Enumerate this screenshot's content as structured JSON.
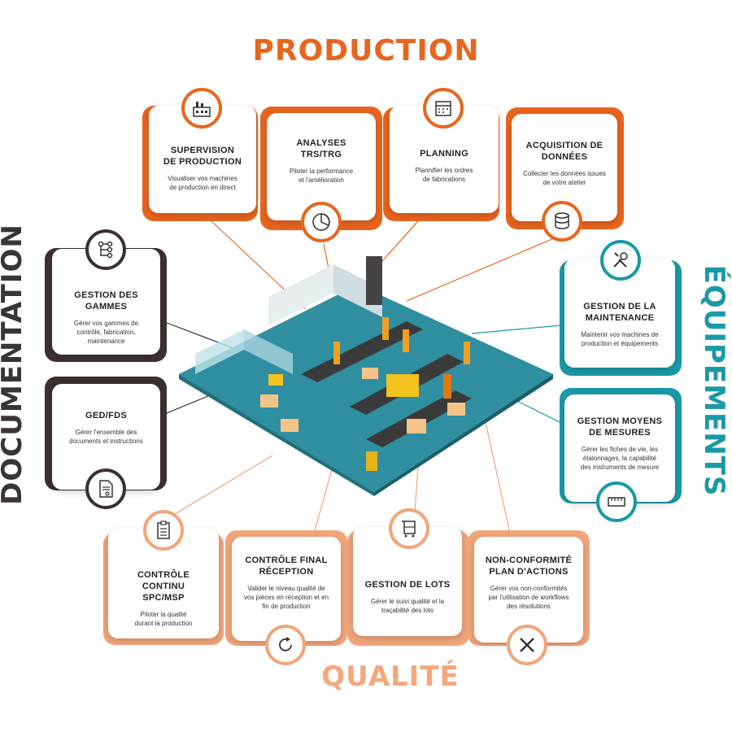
{
  "sections": {
    "production": "PRODUCTION",
    "qualite": "QUALITÉ",
    "documentation": "DOCUMENTATION",
    "equipements": "ÉQUIPEMENTS"
  },
  "colors": {
    "production": "#e8651e",
    "qualite": "#f2a57a",
    "documentation": "#3d3030",
    "equipements": "#1a9aa6"
  },
  "production_cards": [
    {
      "title_1": "SUPERVISION",
      "title_2": "DE PRODUCTION",
      "desc_1": "Visualiser vos machines",
      "desc_2": "de production en direct",
      "icon": "factory-icon"
    },
    {
      "title_1": "ANALYSES TRS/TRG",
      "desc_1": "Piloter la performance",
      "desc_2": "et l'amélioration",
      "icon": "pie-chart-icon"
    },
    {
      "title_1": "PLANNING",
      "desc_1": "Plannifier les ordres",
      "desc_2": "de fabrications",
      "icon": "calendar-icon"
    },
    {
      "title_1": "ACQUISITION DE",
      "title_2": "DONNÉES",
      "desc_1": "Collecter les données issues",
      "desc_2": "de votre atelier",
      "icon": "database-icon"
    }
  ],
  "documentation_cards": [
    {
      "title_1": "GESTION DES",
      "title_2": "GAMMES",
      "desc_1": "Gérer vos gammes de",
      "desc_2": "contrôle, fabrication,",
      "desc_3": "maintenance",
      "icon": "hierarchy-icon"
    },
    {
      "title_1": "GED/FDS",
      "desc_1": "Gérer l'ensemble des",
      "desc_2": "documents et instructions",
      "icon": "document-icon"
    }
  ],
  "equipements_cards": [
    {
      "title_1": "GESTION DE LA",
      "title_2": "MAINTENANCE",
      "desc_1": "Maintenir vos machines de",
      "desc_2": "production et équipements",
      "icon": "tools-icon"
    },
    {
      "title_1": "GESTION MOYENS",
      "title_2": "DE MESURES",
      "desc_1": "Gérer les fiches de vie, les",
      "desc_2": "étalonnages, la capabilité",
      "desc_3": "des instruments de mesure",
      "icon": "ruler-icon"
    }
  ],
  "qualite_cards": [
    {
      "title_1": "CONTRÔLE CONTINU",
      "title_2": "SPC/MSP",
      "desc_1": "Piloter la qualité",
      "desc_2": "durant la production",
      "icon": "clipboard-icon"
    },
    {
      "title_1": "CONTRÔLE FINAL",
      "title_2": "RÉCEPTION",
      "desc_1": "Valider le niveau qualité de",
      "desc_2": "vos pièces en réception et en",
      "desc_3": "fin de production",
      "icon": "cycle-icon"
    },
    {
      "title_1": "GESTION DE LOTS",
      "desc_1": "Gérer le suivi qualité et la",
      "desc_2": "traçabilité des lots",
      "icon": "cart-icon"
    },
    {
      "title_1": "NON-CONFORMITÉ",
      "title_2": "PLAN D'ACTIONS",
      "desc_1": "Gérer vos non-conformités",
      "desc_2": "par l'utilisation de workflows",
      "desc_3": "des résolutions",
      "icon": "cross-icon"
    }
  ]
}
